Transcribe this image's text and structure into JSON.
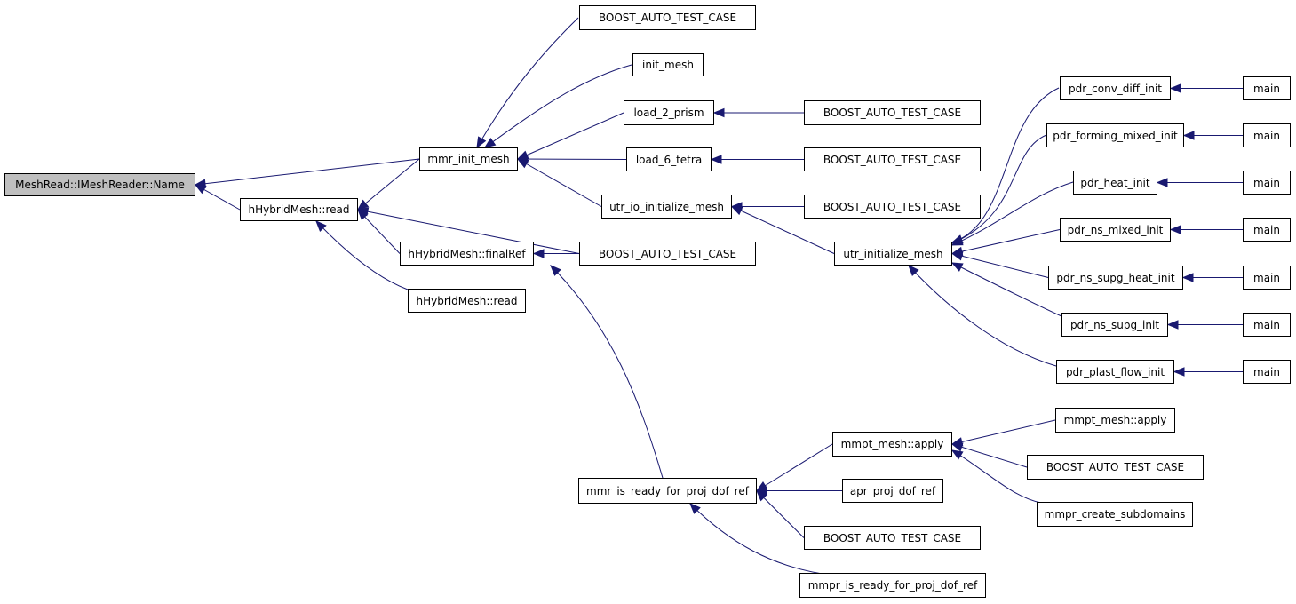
{
  "colors": {
    "edge": "#191970",
    "root_fill": "#bfbfbf",
    "node_fill": "#ffffff",
    "border": "#000000"
  },
  "nodes": {
    "n0": {
      "label": "MeshRead::IMeshReader::Name"
    },
    "n1": {
      "label": "mmr_init_mesh"
    },
    "n2": {
      "label": "hHybridMesh::read"
    },
    "n3": {
      "label": "BOOST_AUTO_TEST_CASE"
    },
    "n4": {
      "label": "init_mesh"
    },
    "n5": {
      "label": "load_2_prism"
    },
    "n6": {
      "label": "load_6_tetra"
    },
    "n7": {
      "label": "utr_io_initialize_mesh"
    },
    "n8": {
      "label": "BOOST_AUTO_TEST_CASE"
    },
    "n9": {
      "label": "BOOST_AUTO_TEST_CASE"
    },
    "n10": {
      "label": "BOOST_AUTO_TEST_CASE"
    },
    "n11": {
      "label": "utr_initialize_mesh"
    },
    "n12": {
      "label": "pdr_conv_diff_init"
    },
    "n13": {
      "label": "pdr_forming_mixed_init"
    },
    "n14": {
      "label": "pdr_heat_init"
    },
    "n15": {
      "label": "pdr_ns_mixed_init"
    },
    "n16": {
      "label": "pdr_ns_supg_heat_init"
    },
    "n17": {
      "label": "pdr_ns_supg_init"
    },
    "n18": {
      "label": "pdr_plast_flow_init"
    },
    "n19": {
      "label": "main"
    },
    "n20": {
      "label": "main"
    },
    "n21": {
      "label": "main"
    },
    "n22": {
      "label": "main"
    },
    "n23": {
      "label": "main"
    },
    "n24": {
      "label": "main"
    },
    "n25": {
      "label": "main"
    },
    "n26": {
      "label": "BOOST_AUTO_TEST_CASE"
    },
    "n27": {
      "label": "hHybridMesh::finalRef"
    },
    "n28": {
      "label": "hHybridMesh::read"
    },
    "n29": {
      "label": "mmr_is_ready_for_proj_dof_ref"
    },
    "n30": {
      "label": "mmpt_mesh::apply"
    },
    "n31": {
      "label": "apr_proj_dof_ref"
    },
    "n32": {
      "label": "BOOST_AUTO_TEST_CASE"
    },
    "n33": {
      "label": "mmpr_is_ready_for_proj_dof_ref"
    },
    "n34": {
      "label": "mmpt_mesh::apply"
    },
    "n35": {
      "label": "BOOST_AUTO_TEST_CASE"
    },
    "n36": {
      "label": "mmpr_create_subdomains"
    }
  },
  "edges": [
    [
      "n1",
      "n0"
    ],
    [
      "n2",
      "n0"
    ],
    [
      "n3",
      "n1"
    ],
    [
      "n4",
      "n1"
    ],
    [
      "n5",
      "n1"
    ],
    [
      "n6",
      "n1"
    ],
    [
      "n7",
      "n1"
    ],
    [
      "n8",
      "n5"
    ],
    [
      "n9",
      "n6"
    ],
    [
      "n10",
      "n7"
    ],
    [
      "n11",
      "n7"
    ],
    [
      "n12",
      "n11"
    ],
    [
      "n13",
      "n11"
    ],
    [
      "n14",
      "n11"
    ],
    [
      "n15",
      "n11"
    ],
    [
      "n16",
      "n11"
    ],
    [
      "n17",
      "n11"
    ],
    [
      "n18",
      "n11"
    ],
    [
      "n19",
      "n12"
    ],
    [
      "n20",
      "n13"
    ],
    [
      "n21",
      "n14"
    ],
    [
      "n22",
      "n15"
    ],
    [
      "n23",
      "n16"
    ],
    [
      "n24",
      "n17"
    ],
    [
      "n25",
      "n18"
    ],
    [
      "n1",
      "n2"
    ],
    [
      "n26",
      "n2"
    ],
    [
      "n27",
      "n2"
    ],
    [
      "n28",
      "n2"
    ],
    [
      "n26",
      "n27"
    ],
    [
      "n29",
      "n27"
    ],
    [
      "n30",
      "n29"
    ],
    [
      "n31",
      "n29"
    ],
    [
      "n32",
      "n29"
    ],
    [
      "n33",
      "n29"
    ],
    [
      "n34",
      "n30"
    ],
    [
      "n35",
      "n30"
    ],
    [
      "n36",
      "n30"
    ]
  ]
}
